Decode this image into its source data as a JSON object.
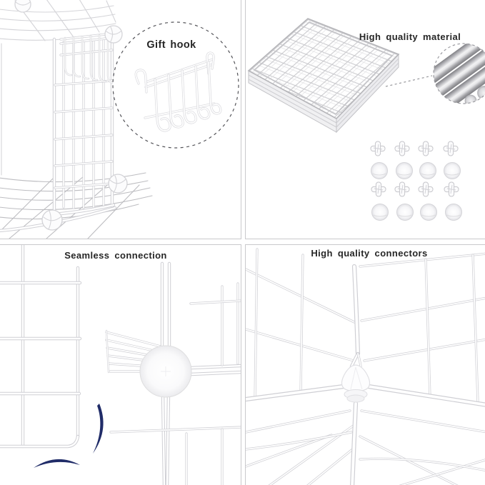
{
  "page": {
    "background": "#ffffff",
    "panel_border_color": "#c9c9cc",
    "accent_navy": "#202c68",
    "caption_color": "#262626",
    "wire_color": "#cfcfd4",
    "metal_color": "#9b9b9f"
  },
  "panels": {
    "gift_hook": {
      "caption": "Gift hook"
    },
    "material": {
      "caption": "High quality material"
    },
    "seamless": {
      "caption": "Seamless connection"
    },
    "connectors": {
      "caption": "High quality connectors"
    }
  }
}
